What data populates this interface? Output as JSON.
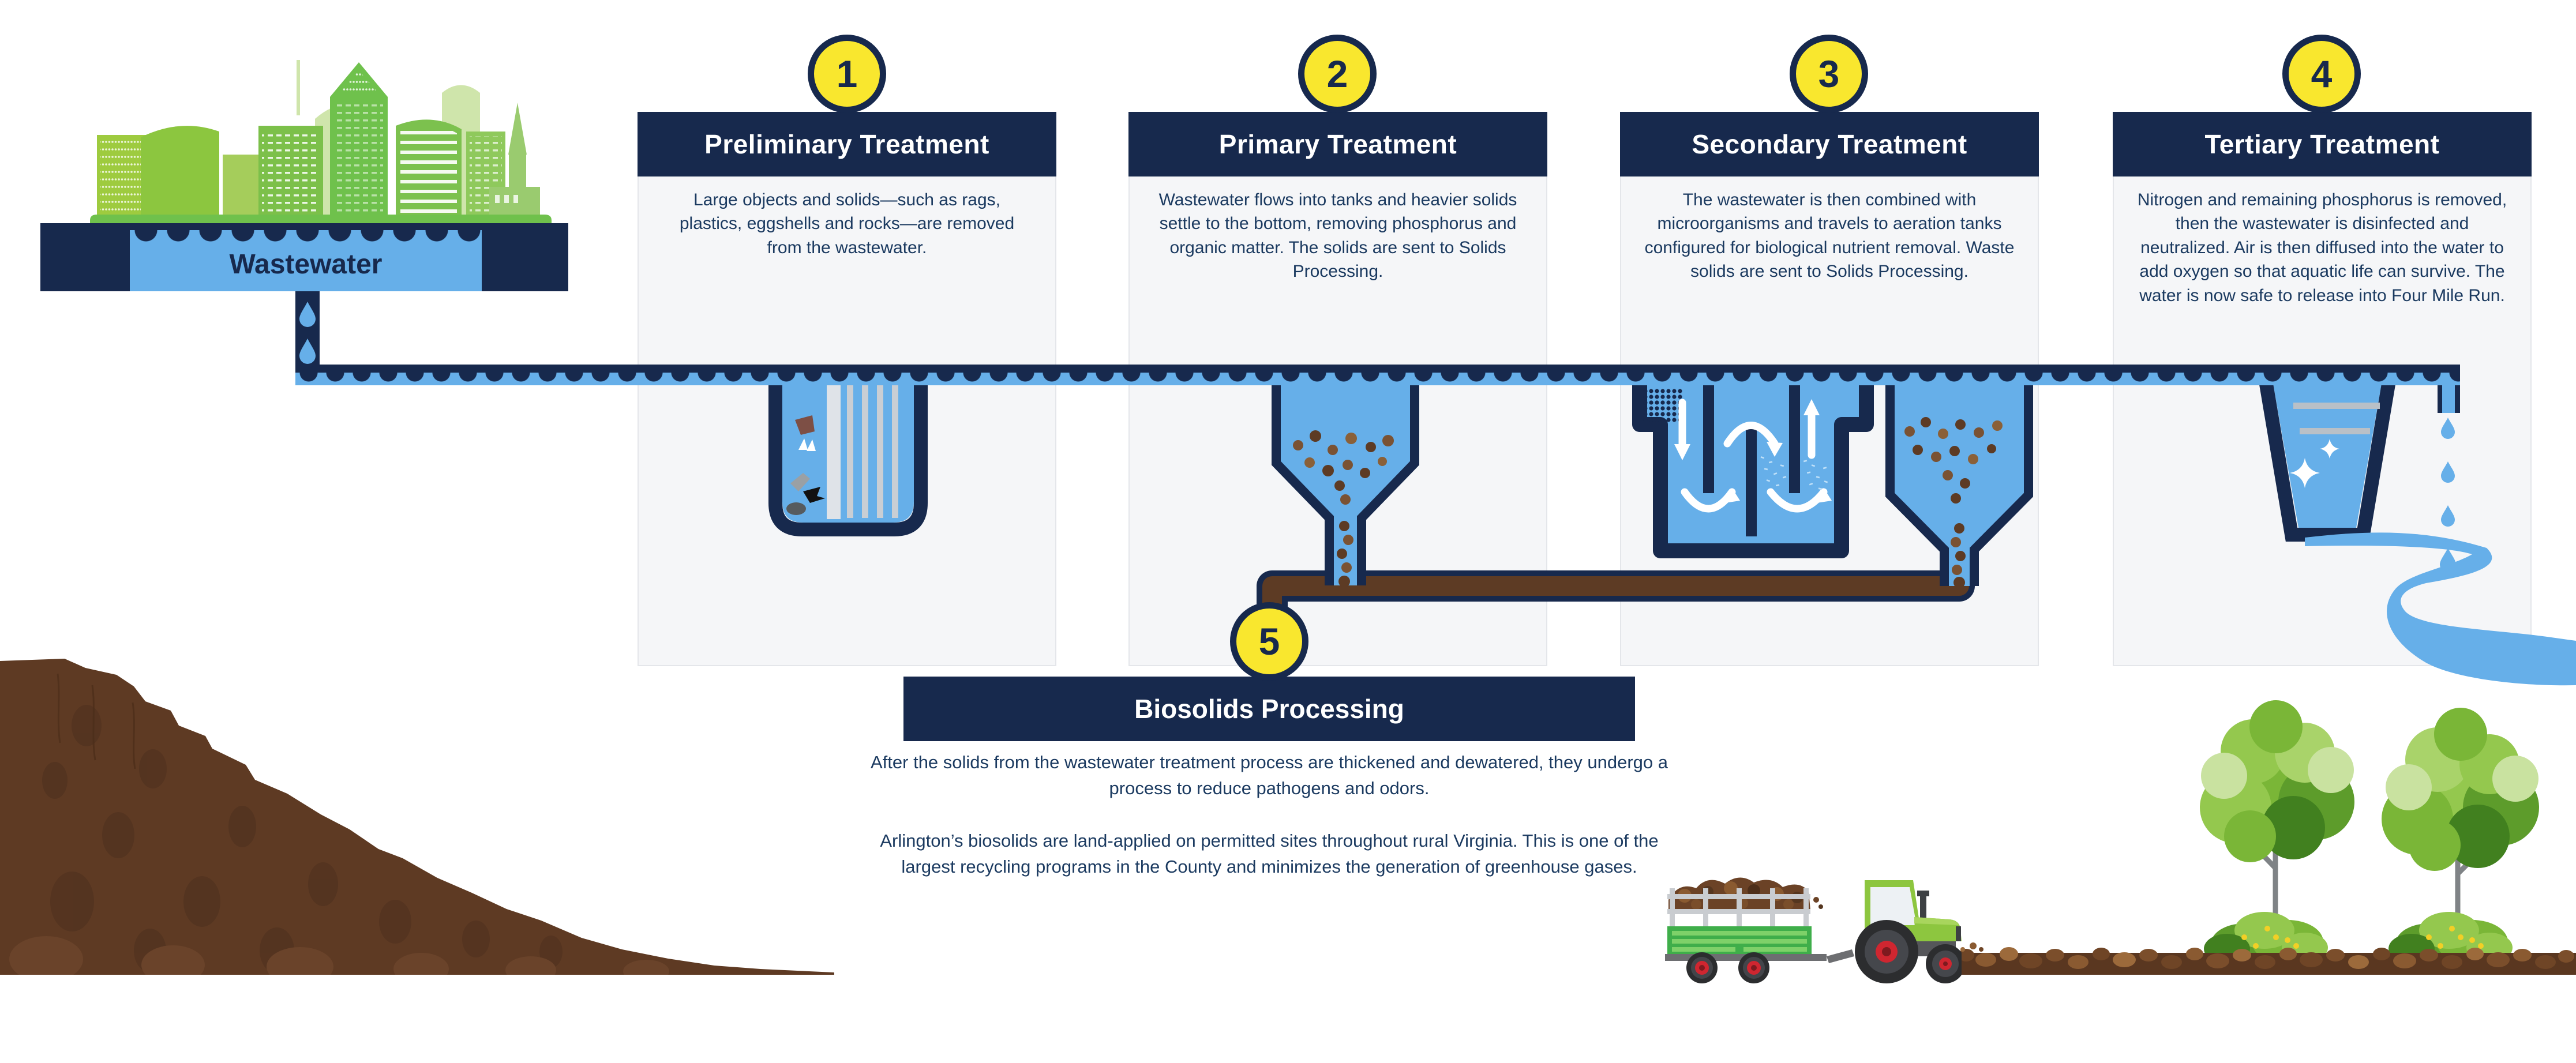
{
  "city": {
    "label": "Wastewater"
  },
  "steps": [
    {
      "number": "1",
      "title": "Preliminary Treatment",
      "description": "Large objects and solids—such as rags, plastics, eggshells and rocks—are removed from the wastewater."
    },
    {
      "number": "2",
      "title": "Primary Treatment",
      "description": "Wastewater flows into tanks and heavier solids settle to the bottom, removing phosphorus and organic matter. The solids are sent to Solids Processing."
    },
    {
      "number": "3",
      "title": "Secondary Treatment",
      "description": "The wastewater is then combined with microorganisms and travels to aeration tanks configured for biological nutrient removal. Waste solids are sent to Solids Processing."
    },
    {
      "number": "4",
      "title": "Tertiary Treatment",
      "description": "Nitrogen and remaining phosphorus is removed, then the wastewater is disinfected and neutralized. Air is then diffused into the water to add oxygen so that aquatic life can survive. The water is now safe to release into Four Mile Run."
    }
  ],
  "biosolids": {
    "number": "5",
    "title": "Biosolids Processing",
    "para1": "After the solids from the wastewater treatment process are thickened and dewatered, they undergo a process to reduce pathogens and odors.",
    "para2": "Arlington’s biosolids are land-applied on permitted sites throughout rural Virginia. This is one of the largest recycling programs in the County and minimizes the generation of greenhouse gases."
  },
  "colors": {
    "navy": "#17294d",
    "water_blue": "#66afe9",
    "badge_yellow": "#f9e72e",
    "card_bg": "#f5f6f8",
    "body_text": "#1b3a60",
    "solids_brown": "#5d3b24",
    "hill_brown": "#5e3a23",
    "footer_navy": "#122a50",
    "tractor_green": "#8dc63f",
    "tree_green": "#7ab637"
  }
}
